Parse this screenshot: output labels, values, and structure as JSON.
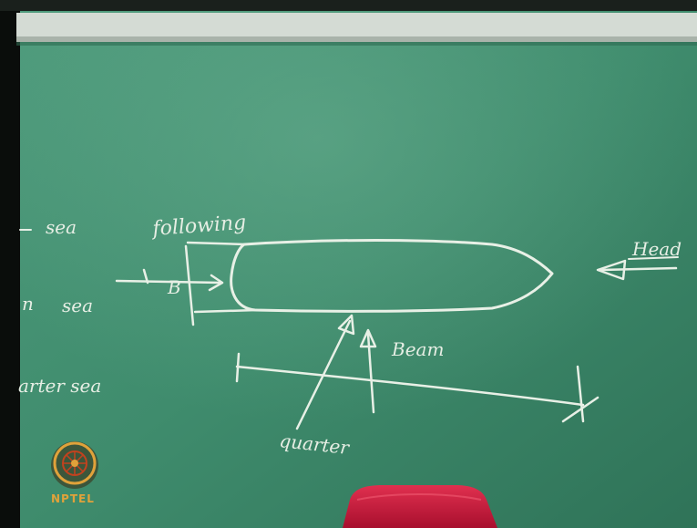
{
  "labels": {
    "left_sea_1": "sea",
    "left_sea_2": "sea",
    "left_sea_3": "arter sea",
    "left_fragment_n": "n",
    "following": "following",
    "head": "Head",
    "beam": "Beam",
    "quarter": "quarter",
    "b_marker": "B"
  },
  "logo": {
    "text": "NPTEL"
  },
  "colors": {
    "board": "#3e8a6c",
    "chalk": "#e8f0e6",
    "frame": "#cfd6cf",
    "chair": "#c8153a",
    "logo": "#e0a23a"
  }
}
